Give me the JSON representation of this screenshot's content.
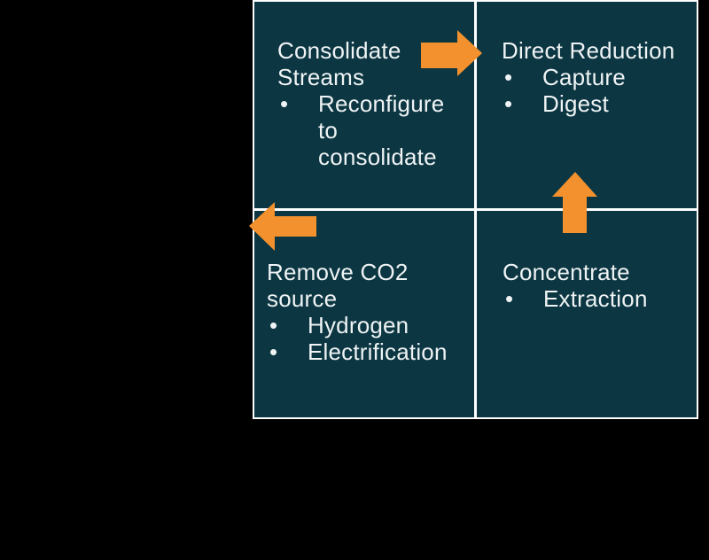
{
  "palette": {
    "background": "#000000",
    "cell": "#0B3642",
    "border": "#FFFFFF",
    "arrow": "#F2912D",
    "text": "#EFF3F4"
  },
  "bullet_char": "•",
  "quadrants": {
    "top_left": {
      "title": "Consolidate Streams",
      "bullets": [
        "Reconfigure to consolidate"
      ]
    },
    "top_right": {
      "title": "Direct Reduction",
      "bullets": [
        "Capture",
        "Digest"
      ]
    },
    "bottom_left": {
      "title": "Remove CO2 source",
      "bullets": [
        "Hydrogen",
        "Electrification"
      ]
    },
    "bottom_right": {
      "title": "Concentrate",
      "bullets": [
        "Extraction"
      ]
    }
  },
  "arrows": [
    {
      "name": "arrow-right",
      "direction": "right"
    },
    {
      "name": "arrow-up",
      "direction": "up"
    },
    {
      "name": "arrow-left",
      "direction": "left"
    }
  ]
}
